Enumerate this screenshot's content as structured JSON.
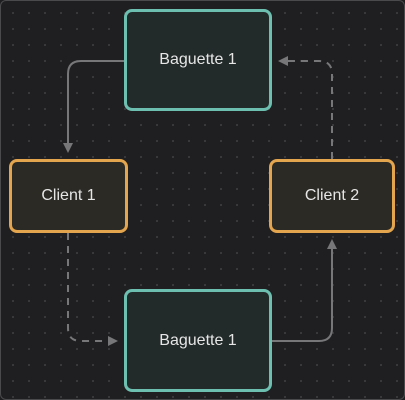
{
  "colors": {
    "baguette_border": "#6dbfb0",
    "client_border": "#e3a54e",
    "edge": "#77777a"
  },
  "nodes": {
    "baguette_top": {
      "label": "Baguette 1"
    },
    "client_left": {
      "label": "Client 1"
    },
    "client_right": {
      "label": "Client 2"
    },
    "baguette_bottom": {
      "label": "Baguette 1"
    }
  },
  "edges": [
    {
      "from": "baguette_top",
      "to": "client_left",
      "style": "solid"
    },
    {
      "from": "client_left",
      "to": "baguette_bottom",
      "style": "dashed"
    },
    {
      "from": "baguette_bottom",
      "to": "client_right",
      "style": "solid"
    },
    {
      "from": "client_right",
      "to": "baguette_top",
      "style": "dashed"
    }
  ]
}
